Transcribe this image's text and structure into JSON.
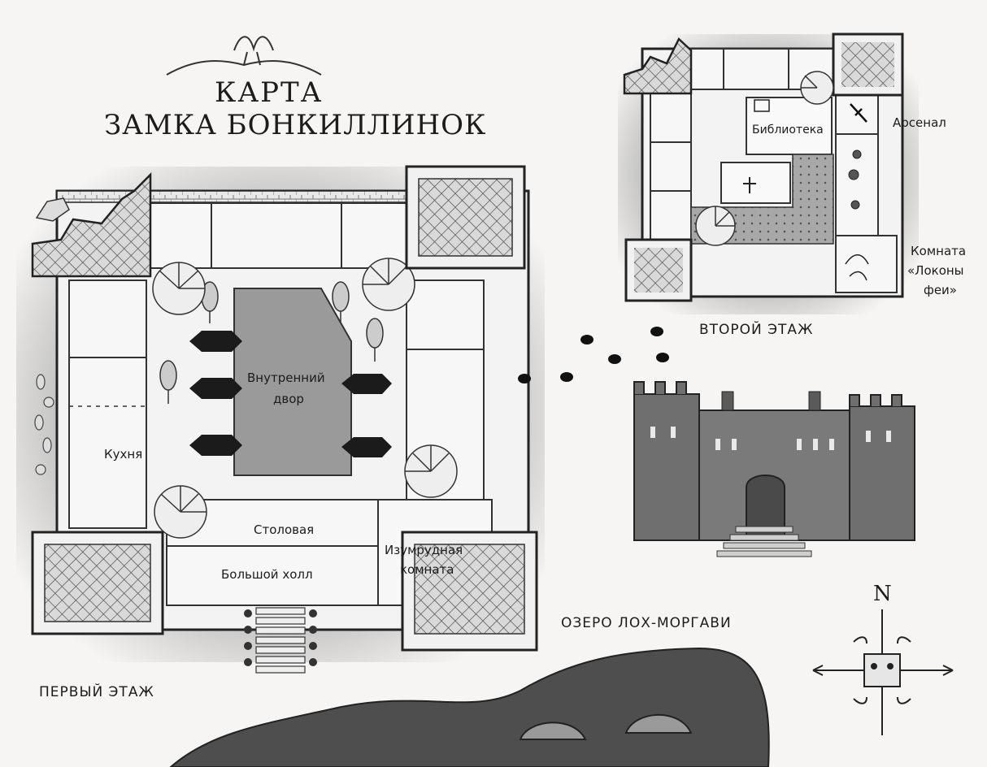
{
  "map": {
    "title_line1": "КАРТА",
    "title_line2": "ЗАМКА БОНКИЛЛИНОК",
    "ground_floor_label": "ПЕРВЫЙ ЭТАЖ",
    "second_floor_label": "ВТОРОЙ ЭТАЖ",
    "lake_label": "ОЗЕРО ЛОХ-МОРГАВИ",
    "compass_north": "N",
    "rooms_ground": {
      "courtyard_1": "Внутренний",
      "courtyard_2": "двор",
      "kitchen": "Кухня",
      "dining": "Столовая",
      "great_hall": "Большой холл",
      "emerald_1": "Изумрудная",
      "emerald_2": "комната"
    },
    "rooms_second": {
      "library": "Библиотека",
      "armory": "Арсенал",
      "fairy_1": "Комната",
      "fairy_2": "«Локоны",
      "fairy_3": "феи»"
    },
    "colors": {
      "ink": "#1c1c1c",
      "paper": "#f6f5f3",
      "courtyard": "#9a9a9a",
      "lake": "#4e4e4e",
      "facade": "#6f6f6f"
    }
  }
}
